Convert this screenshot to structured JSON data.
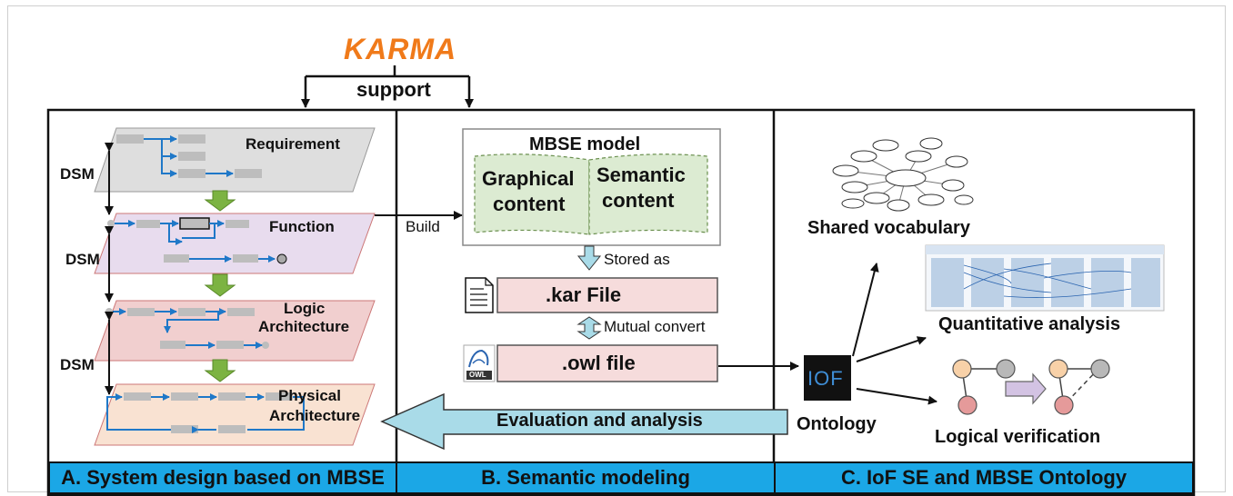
{
  "header": {
    "logo_text": "KARMA",
    "support_label": "support"
  },
  "panels": {
    "a": {
      "title": "A. System design based on MBSE"
    },
    "b": {
      "title": "B. Semantic modeling"
    },
    "c": {
      "title": "C. IoF SE and MBSE Ontology"
    }
  },
  "layers": {
    "requirement": "Requirement",
    "function": "Function",
    "logic_line1": "Logic",
    "logic_line2": "Architecture",
    "physical_line1": "Physical",
    "physical_line2": "Architecture",
    "dsm": "DSM"
  },
  "semantic": {
    "mbse_title": "MBSE model",
    "graphical_line1": "Graphical",
    "graphical_line2": "content",
    "semantic_line1": "Semantic",
    "semantic_line2": "content",
    "build": "Build",
    "stored_as": "Stored as",
    "kar_file": ".kar File",
    "mutual_convert": "Mutual convert",
    "owl_file": ".owl file",
    "owl_icon_text": "OWL",
    "evaluation": "Evaluation and analysis"
  },
  "ontology": {
    "iof_logo": "IOF",
    "ontology_label": "Ontology",
    "shared_vocabulary": "Shared vocabulary",
    "quantitative_analysis": "Quantitative analysis",
    "logical_verification": "Logical verification"
  },
  "colors": {
    "panel_title_bg": "#1ba7e6",
    "requirement_layer": "#dedede",
    "function_layer": "#e8dcee",
    "logic_layer": "#f1cfcf",
    "physical_layer": "#f9e2d2",
    "flow_arrow": "#1f78c8",
    "down_arrow": "#7cb342",
    "evaluation_arrow": "#a9dbe8",
    "file_box": "#f6dcdc"
  }
}
